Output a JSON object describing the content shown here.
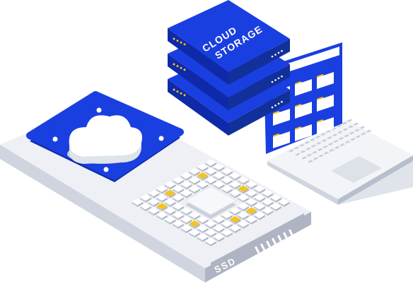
{
  "illustration": {
    "server_stack": {
      "label_line1": "CLOUD",
      "label_line2": "STORAGE",
      "layers": 3
    },
    "ssd": {
      "label": "SSD"
    },
    "laptop": {
      "folder_count": 8
    },
    "colors": {
      "accent_blue": "#1a3fe0",
      "accent_blue_dark": "#0f2aa8",
      "chip_yellow": "#f5c518",
      "surface_light": "#eef0f5",
      "surface_mid": "#d7dbe4",
      "surface_dark": "#aeb4c2",
      "white": "#ffffff"
    },
    "icons": [
      "cloud-icon",
      "folder-icon",
      "server-icon",
      "chip-icon"
    ]
  }
}
